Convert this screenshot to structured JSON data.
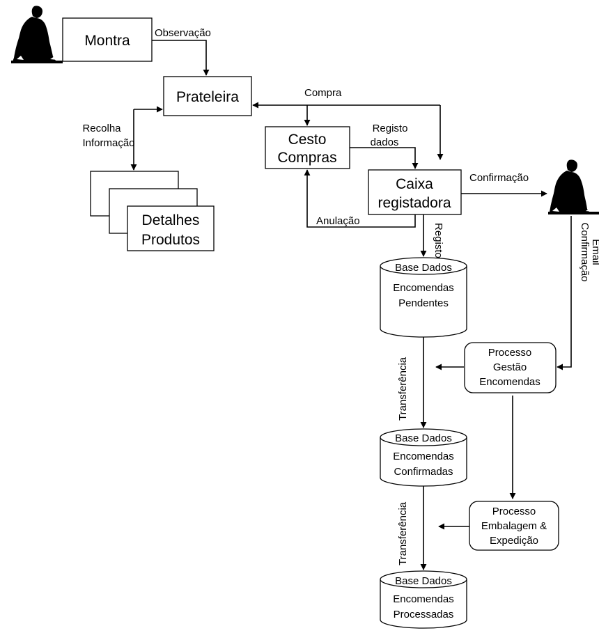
{
  "boxes": {
    "montra": "Montra",
    "prateleira": "Prateleira",
    "cesto_line1": "Cesto",
    "cesto_line2": "Compras",
    "caixa_line1": "Caixa",
    "caixa_line2": "registadora",
    "detalhes_line1": "Detalhes",
    "detalhes_line2": "Produtos"
  },
  "labels": {
    "observacao": "Observação",
    "compra": "Compra",
    "recolha_line1": "Recolha",
    "recolha_line2": "Informação",
    "registo_dados_line1": "Registo",
    "registo_dados_line2": "dados",
    "confirmacao": "Confirmação",
    "anulacao": "Anulação",
    "registo": "Registo",
    "email_line1": "Email",
    "email_line2": "Confirmação",
    "transferencia_1": "Transferência",
    "transferencia_2": "Transferência"
  },
  "databases": {
    "pendentes": [
      "Base Dados",
      "Encomendas",
      "Pendentes"
    ],
    "confirmadas": [
      "Base Dados",
      "Encomendas",
      "Confirmadas"
    ],
    "processadas": [
      "Base Dados",
      "Encomendas",
      "Processadas"
    ]
  },
  "processes": {
    "gestao": [
      "Processo",
      "Gestão",
      "Encomendas"
    ],
    "embalagem": [
      "Processo",
      "Embalagem &",
      "Expedição"
    ]
  }
}
